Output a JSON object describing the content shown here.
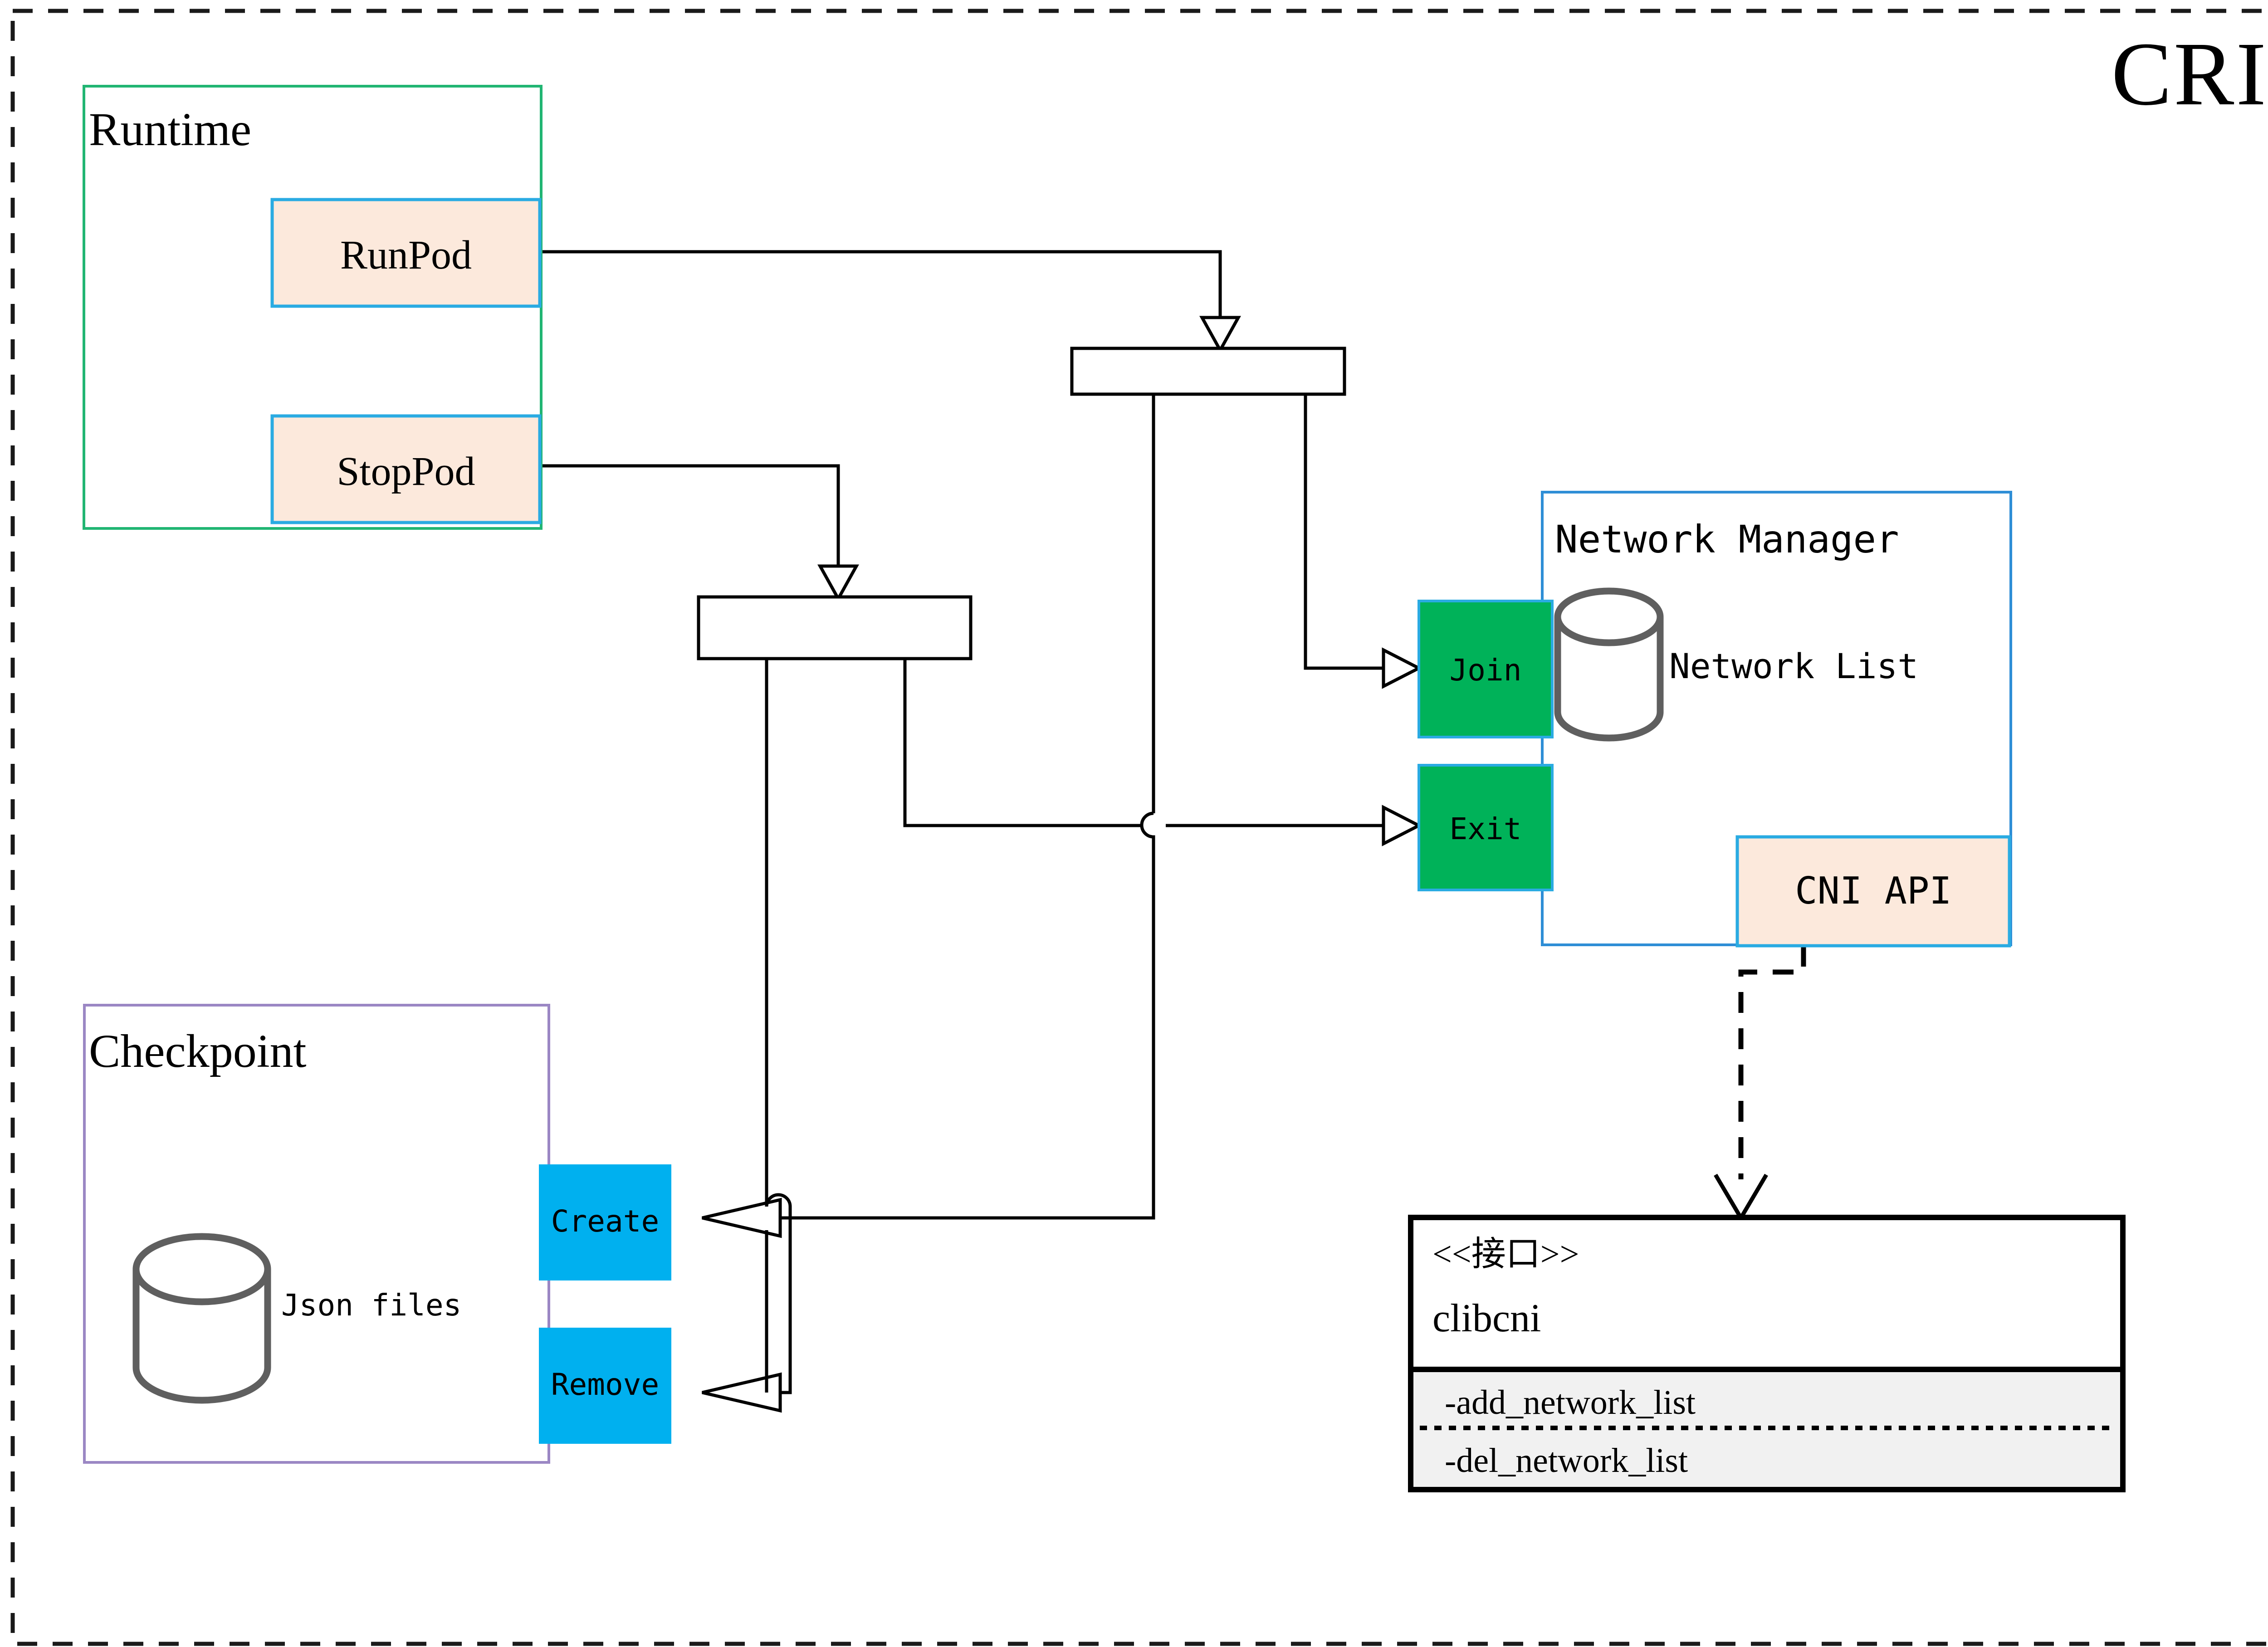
{
  "diagram": {
    "title": "CRI",
    "title_color": "#8a6d09",
    "outer_border_style": "dashed",
    "palette": {
      "peach_fill": "#fce9dc",
      "blue_border": "#2aabe2",
      "green_border": "#21b573",
      "purple_border": "#9b87c4",
      "green_fill": "#00b259",
      "cyan_fill": "#00b0ef",
      "cylinder_stroke": "#5f5f5f",
      "interface_panel_fill": "#f1f1f1",
      "line_color": "#000000"
    }
  },
  "runtime": {
    "title": "Runtime",
    "operations": [
      {
        "label": "RunPod",
        "name": "runpod"
      },
      {
        "label": "StopPod",
        "name": "stoppod"
      }
    ]
  },
  "checkpoint": {
    "title": "Checkpoint",
    "store_label": "Json files",
    "operations": [
      {
        "label": "Create",
        "name": "create"
      },
      {
        "label": "Remove",
        "name": "remove"
      }
    ]
  },
  "network_manager": {
    "title": "Network Manager",
    "store_label": "Network List",
    "api_label": "CNI API",
    "ports": [
      {
        "label": "Join",
        "name": "join"
      },
      {
        "label": "Exit",
        "name": "exit"
      }
    ]
  },
  "clibcni_interface": {
    "stereotype": "<<接口>>",
    "name": "clibcni",
    "methods": [
      "-add_network_list",
      "-del_network_list"
    ]
  },
  "fork_bars": [
    {
      "name": "fork-bar-runpod"
    },
    {
      "name": "fork-bar-stoppod"
    }
  ]
}
